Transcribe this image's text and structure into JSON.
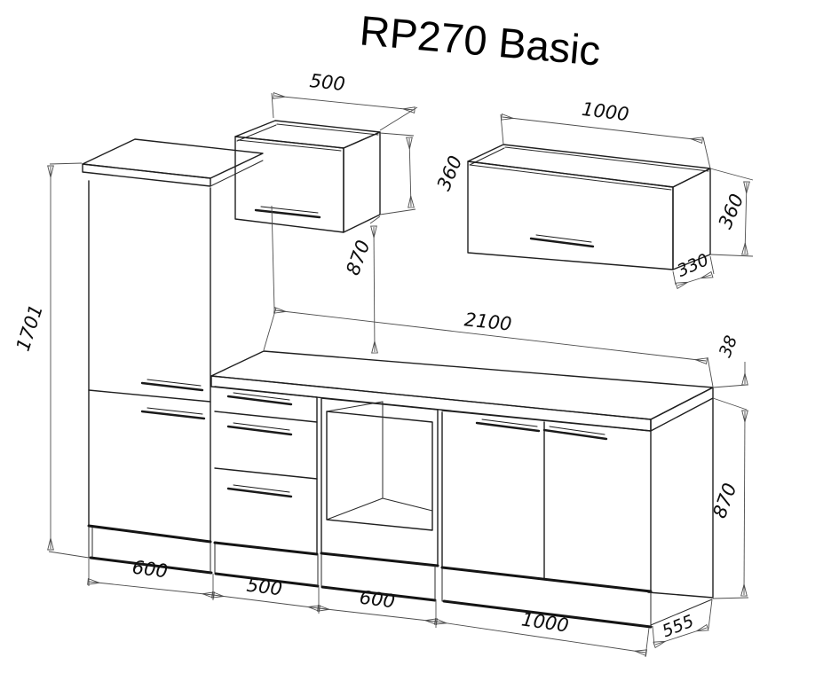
{
  "title": {
    "text": "RP270 Basic"
  },
  "dimensions": {
    "wall_cabinet_small": {
      "width": "500",
      "height": "360",
      "distance_to_worktop": "870"
    },
    "wall_cabinet_large": {
      "width": "1000",
      "height": "360",
      "depth": "330"
    },
    "tall_cabinet": {
      "total_height": "1701",
      "width": "600"
    },
    "worktop": {
      "length": "2100",
      "thickness": "38"
    },
    "base_units": {
      "height": "870",
      "drawer_unit_width": "500",
      "oven_unit_width": "600",
      "door_unit_width": "1000",
      "depth": "555"
    }
  },
  "colors": {
    "background": "#ffffff",
    "line": "#1f1f1f",
    "dimension_line": "#4d4d4d"
  }
}
